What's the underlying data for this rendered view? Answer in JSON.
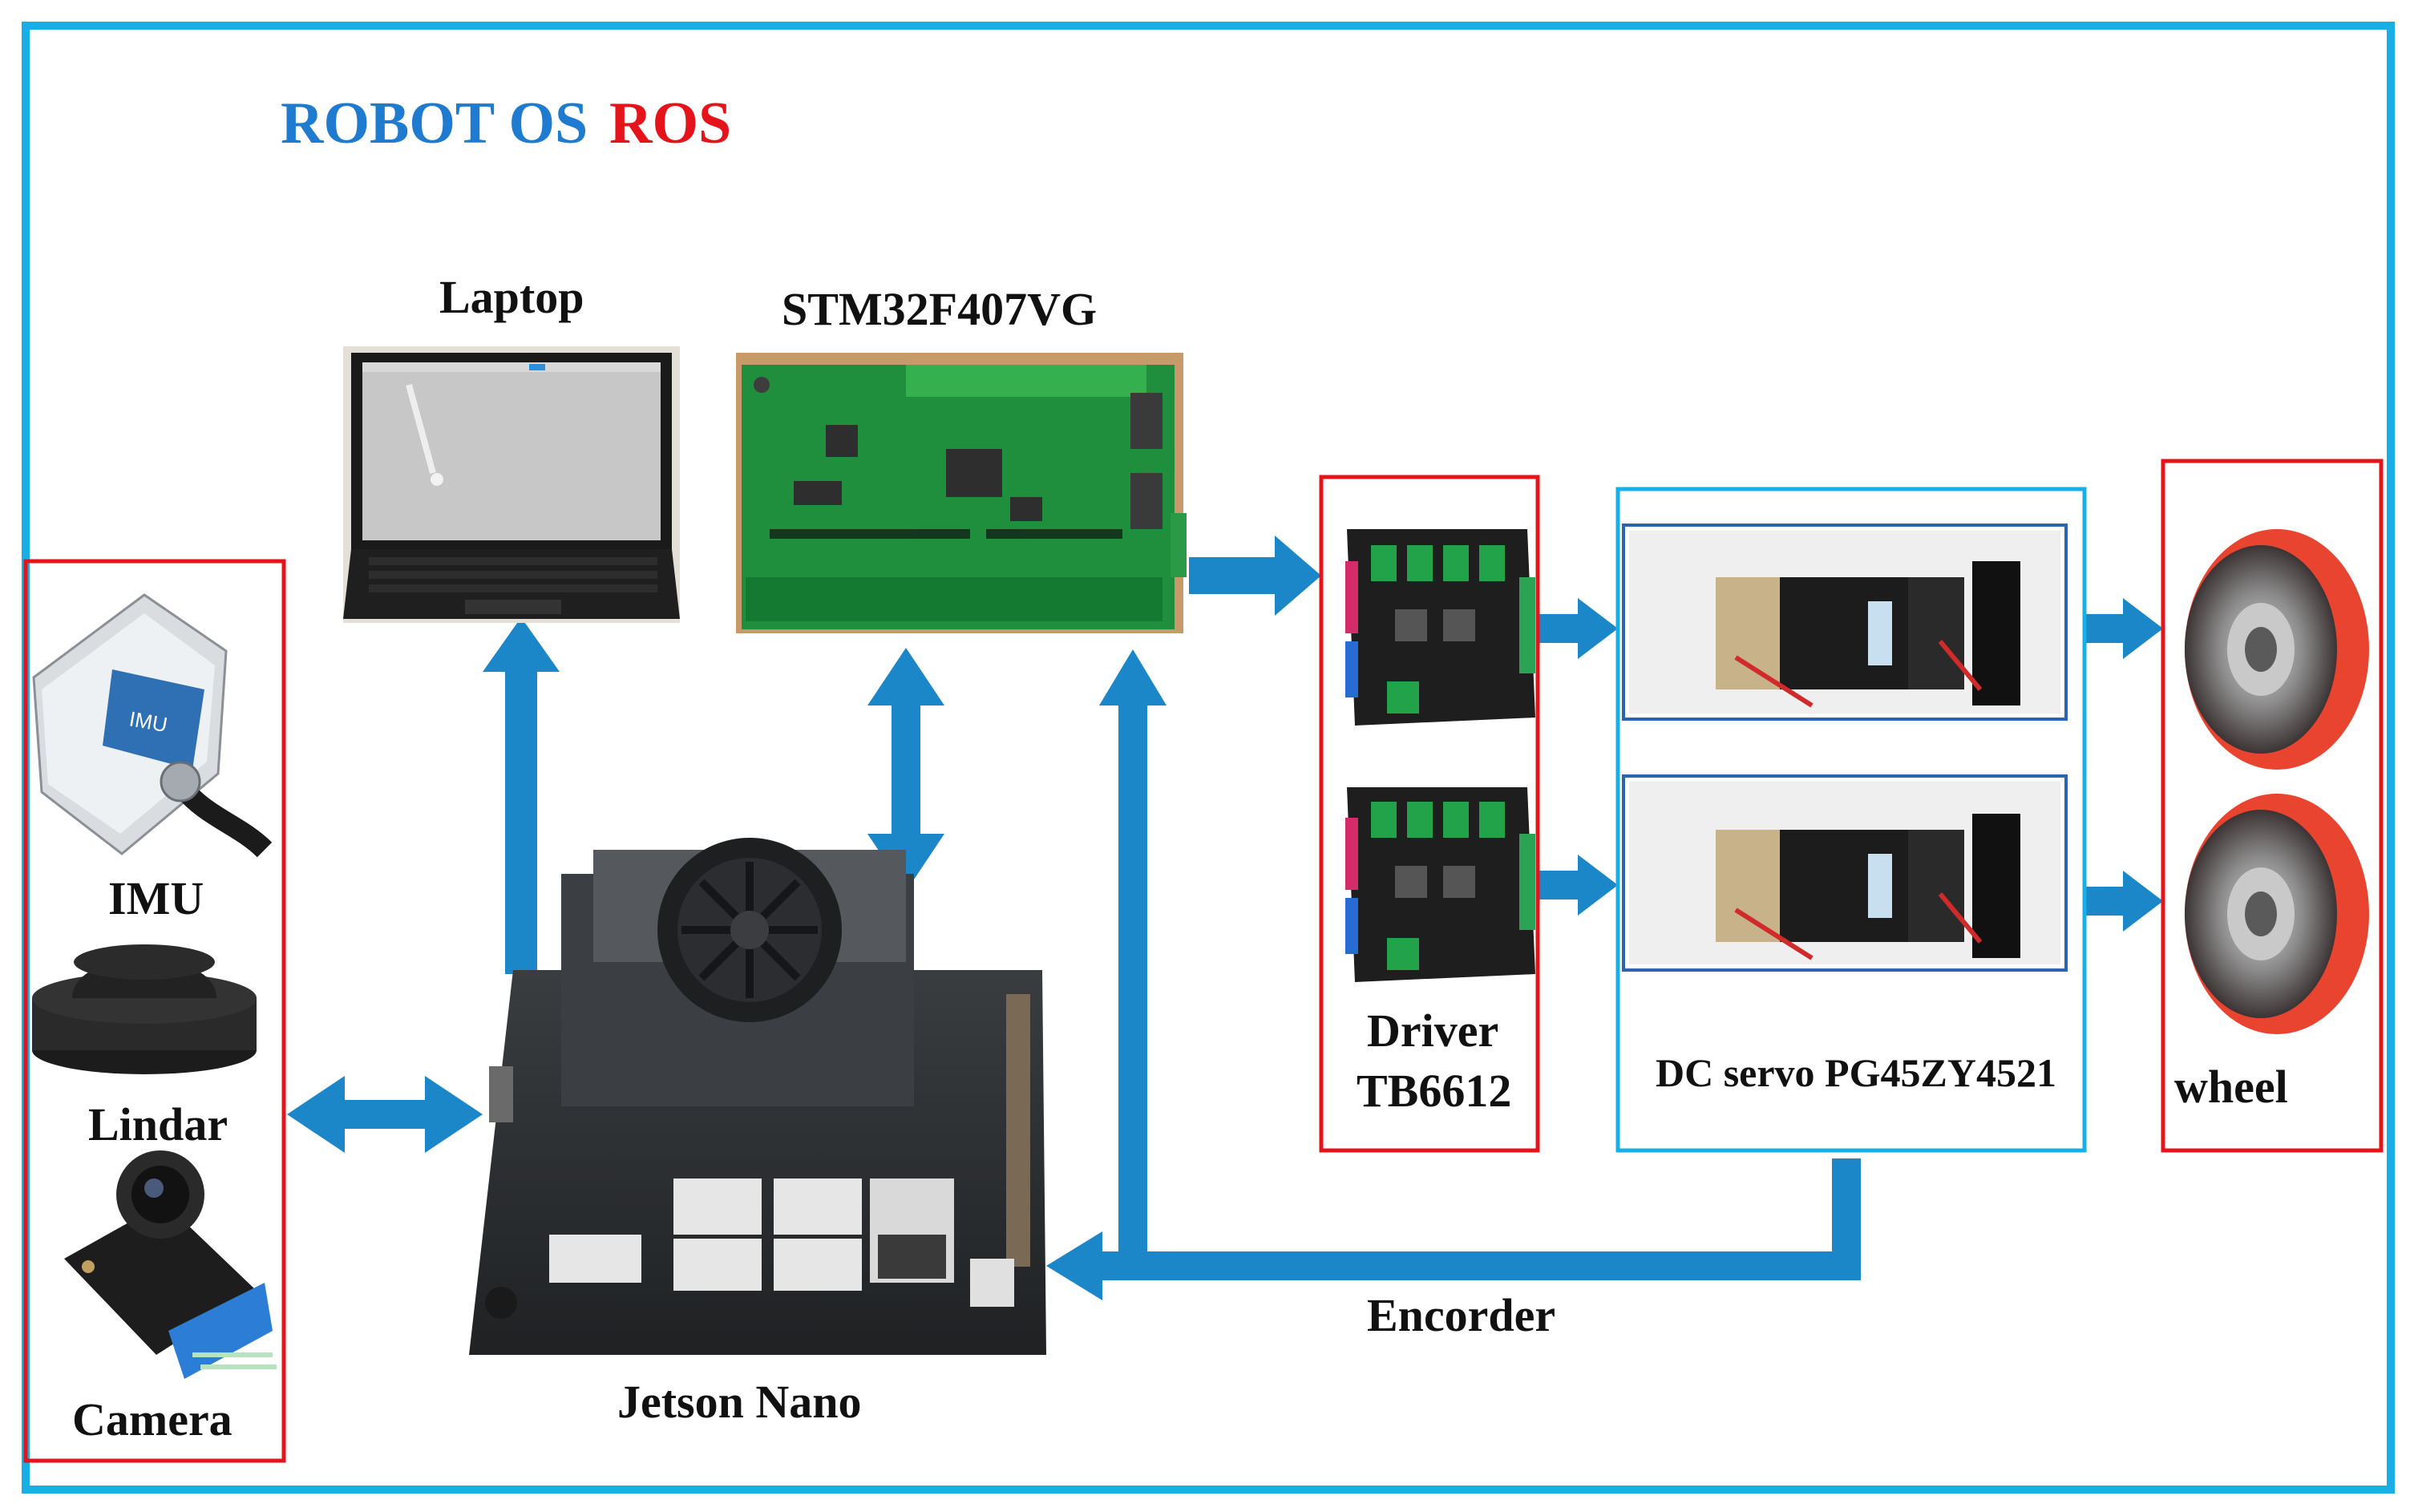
{
  "title": {
    "part1": "ROBOT OS",
    "part2": "ROS",
    "part1_color": "#1f7bd0",
    "part2_color": "#e5141b"
  },
  "components": {
    "laptop": "Laptop",
    "stm32": "STM32F407VG",
    "imu": "IMU",
    "lidar": "Lindar",
    "camera": "Camera",
    "jetson": "Jetson Nano",
    "driver_line1": "Driver",
    "driver_line2": "TB6612",
    "servo": "DC servo PG45ZY4521",
    "wheel": "wheel",
    "encoder": "Encorder"
  },
  "colors": {
    "frame": "#18aee6",
    "red_box": "#e5141b",
    "arrow": "#1b87c9",
    "pcb_green": "#1f8f3e",
    "wheel_red": "#e8442f"
  }
}
